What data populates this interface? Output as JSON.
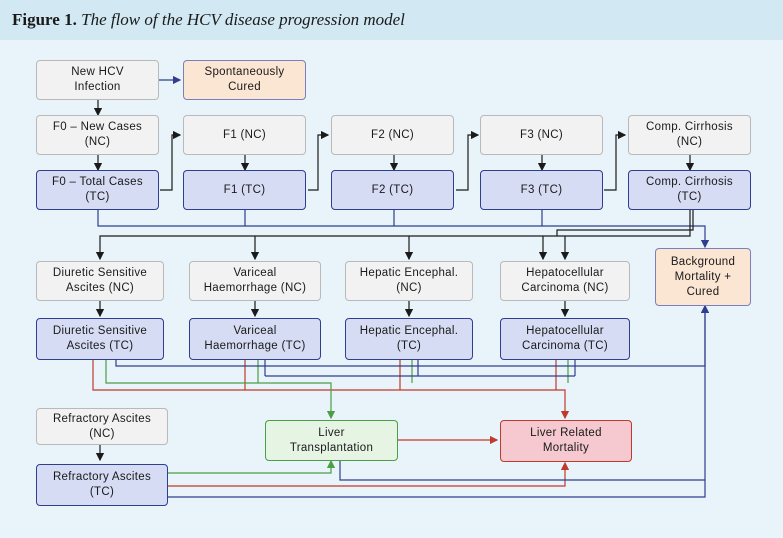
{
  "figure": {
    "label": "Figure 1.",
    "caption": "The flow of the HCV disease progression model"
  },
  "nodes": {
    "new_hcv": "New HCV\nInfection",
    "spont": "Spontaneously\nCured",
    "f0_nc": "F0 – New Cases\n(NC)",
    "f0_tc": "F0 – Total Cases\n(TC)",
    "f1_nc": "F1 (NC)",
    "f1_tc": "F1 (TC)",
    "f2_nc": "F2 (NC)",
    "f2_tc": "F2 (TC)",
    "f3_nc": "F3 (NC)",
    "f3_tc": "F3 (TC)",
    "cc_nc": "Comp. Cirrhosis\n(NC)",
    "cc_tc": "Comp. Cirrhosis\n(TC)",
    "dsa_nc": "Diuretic Sensitive\nAscites (NC)",
    "dsa_tc": "Diuretic Sensitive\nAscites (TC)",
    "vh_nc": "Variceal\nHaemorrhage (NC)",
    "vh_tc": "Variceal\nHaemorrhage (TC)",
    "he_nc": "Hepatic Encephal.\n(NC)",
    "he_tc": "Hepatic Encephal.\n(TC)",
    "hcc_nc": "Hepatocellular\nCarcinoma (NC)",
    "hcc_tc": "Hepatocellular\nCarcinoma (TC)",
    "bg": "Background\nMortality +\nCured",
    "ra_nc": "Refractory Ascites\n(NC)",
    "ra_tc": "Refractory Ascites\n(TC)",
    "lt": "Liver\nTransplantation",
    "lrm": "Liver Related\nMortality"
  },
  "colors": {
    "nc_line": "#1a1a1a",
    "tc_line": "#2f3e8f",
    "mortality_line": "#c0392b",
    "transplant_line": "#4a9e45"
  }
}
